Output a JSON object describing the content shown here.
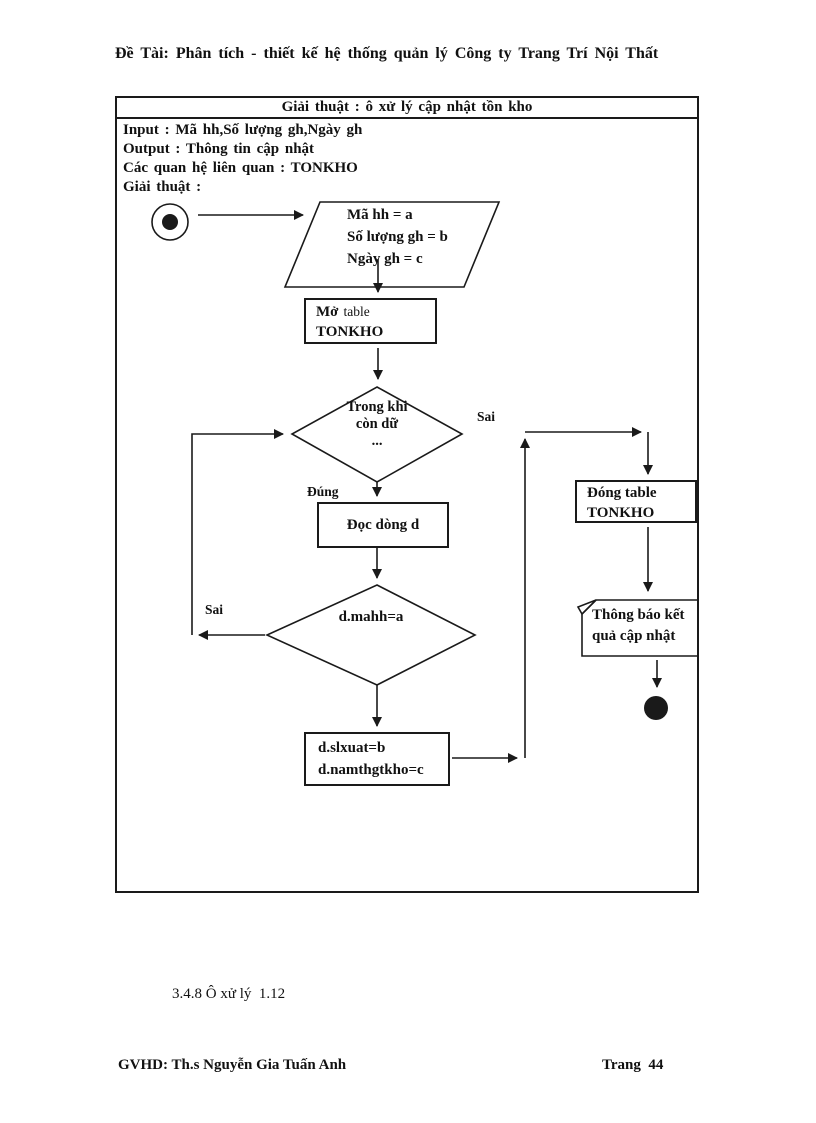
{
  "page": {
    "header": "Đề Tài: Phân tích - thiết kế hệ thống quản lý Công ty Trang Trí Nội Thất",
    "caption": "3.4.8 Ô xử lý  1.12",
    "footer_left": "GVHD: Th.s Nguyễn Gia Tuấn Anh",
    "footer_right": "Trang  44"
  },
  "flowchart": {
    "title": "Giải thuật : ô xử lý cập nhật tồn kho",
    "info_lines": [
      "Input : Mã hh,Số lượng gh,Ngày gh",
      "Output : Thông tin cập nhật",
      "Các quan hệ liên quan : TONKHO",
      "Giải thuật :"
    ],
    "nodes": {
      "input_parallelogram": "Mã hh = a\nSố lượng gh = b\nNgày gh = c",
      "open_table_bold": "Mở",
      "open_table_regular": "table",
      "open_table_line2": "TONKHO",
      "while_decision": "Trong khi\ncòn dữ\n...",
      "read_row": "Đọc dòng d",
      "match_decision": "d.mahh=a",
      "update_box": "d.slxuat=b\nd.namthgtkho=c",
      "close_table": "Đóng table\nTONKHO",
      "notify": "Thông báo kết\nquả cập nhật"
    },
    "labels": {
      "sai_while": "Sai",
      "dung": "Đúng",
      "sai_match": "Sai"
    },
    "colors": {
      "ink": "#1a1a1a",
      "paper": "#ffffff"
    }
  }
}
